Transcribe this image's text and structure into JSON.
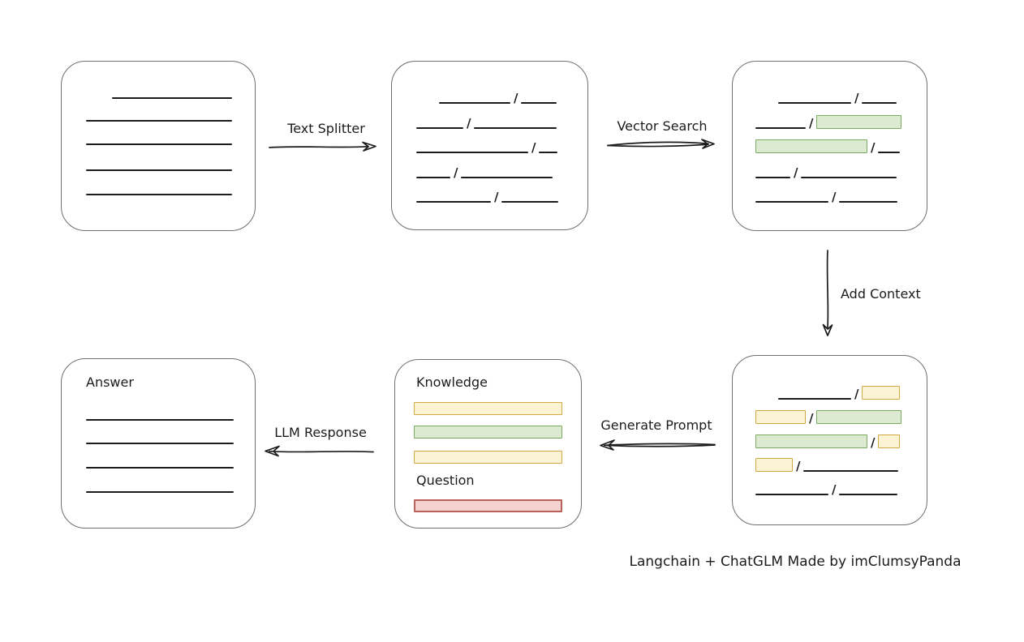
{
  "caption": "Langchain + ChatGLM Made by imClumsyPanda",
  "colors": {
    "ink": "#1b1b1b",
    "box_border": "#6f6f6f",
    "green_fill": "#dcead2",
    "green_border": "#7aab5f",
    "yellow_fill": "#fcf3d4",
    "yellow_border": "#d2a942",
    "red_fill": "#f5d2cf",
    "red_border": "#b8615b"
  },
  "arrows": {
    "text_splitter": {
      "label": "Text Splitter",
      "direction": "right"
    },
    "vector_search": {
      "label": "Vector Search",
      "direction": "right"
    },
    "add_context": {
      "label": "Add Context",
      "direction": "down"
    },
    "generate_prompt": {
      "label": "Generate Prompt",
      "direction": "left"
    },
    "llm_response": {
      "label": "LLM Response",
      "direction": "left"
    }
  },
  "nodes": {
    "document": {
      "rows": [
        [
          {
            "type": "space",
            "w": 32
          },
          {
            "type": "line",
            "w": 148
          }
        ],
        [
          {
            "type": "line",
            "w": 180
          }
        ],
        [
          {
            "type": "line",
            "w": 180
          }
        ],
        [
          {
            "type": "line",
            "w": 180
          }
        ],
        [
          {
            "type": "line",
            "w": 180
          }
        ]
      ]
    },
    "split_chunks": {
      "rows": [
        [
          {
            "type": "space",
            "w": 28
          },
          {
            "type": "line",
            "w": 88
          },
          {
            "type": "slash"
          },
          {
            "type": "line",
            "w": 44
          }
        ],
        [
          {
            "type": "line",
            "w": 58
          },
          {
            "type": "slash"
          },
          {
            "type": "line",
            "w": 102
          }
        ],
        [
          {
            "type": "line",
            "w": 138
          },
          {
            "type": "slash"
          },
          {
            "type": "line",
            "w": 23
          }
        ],
        [
          {
            "type": "line",
            "w": 42
          },
          {
            "type": "slash"
          },
          {
            "type": "line",
            "w": 113
          }
        ],
        [
          {
            "type": "line",
            "w": 92
          },
          {
            "type": "slash"
          },
          {
            "type": "line",
            "w": 70
          }
        ]
      ]
    },
    "matched_chunks": {
      "rows": [
        [
          {
            "type": "space",
            "w": 28
          },
          {
            "type": "line",
            "w": 90
          },
          {
            "type": "slash"
          },
          {
            "type": "line",
            "w": 43
          }
        ],
        [
          {
            "type": "line",
            "w": 62
          },
          {
            "type": "slash"
          },
          {
            "type": "green",
            "w": 105
          }
        ],
        [
          {
            "type": "green",
            "w": 138
          },
          {
            "type": "slash"
          },
          {
            "type": "line",
            "w": 27
          }
        ],
        [
          {
            "type": "line",
            "w": 43
          },
          {
            "type": "slash"
          },
          {
            "type": "line",
            "w": 118
          }
        ],
        [
          {
            "type": "line",
            "w": 90
          },
          {
            "type": "slash"
          },
          {
            "type": "line",
            "w": 72
          }
        ]
      ]
    },
    "context_chunks": {
      "rows": [
        [
          {
            "type": "space",
            "w": 28
          },
          {
            "type": "line",
            "w": 90
          },
          {
            "type": "slash"
          },
          {
            "type": "yellow",
            "w": 47
          }
        ],
        [
          {
            "type": "yellow",
            "w": 62
          },
          {
            "type": "slash"
          },
          {
            "type": "green",
            "w": 105
          }
        ],
        [
          {
            "type": "green",
            "w": 138
          },
          {
            "type": "slash"
          },
          {
            "type": "yellow",
            "w": 27
          }
        ],
        [
          {
            "type": "yellow",
            "w": 46
          },
          {
            "type": "slash"
          },
          {
            "type": "line",
            "w": 117
          }
        ],
        [
          {
            "type": "line",
            "w": 90
          },
          {
            "type": "slash"
          },
          {
            "type": "line",
            "w": 72
          }
        ]
      ]
    },
    "prompt": {
      "knowledge_label": "Knowledge",
      "question_label": "Question",
      "knowledge_bars": [
        "yellow",
        "green",
        "yellow"
      ],
      "question_bar": "red"
    },
    "answer": {
      "label": "Answer",
      "rows": [
        [
          {
            "type": "line",
            "w": 182
          }
        ],
        [
          {
            "type": "line",
            "w": 182
          }
        ],
        [
          {
            "type": "line",
            "w": 182
          }
        ],
        [
          {
            "type": "line",
            "w": 182
          }
        ]
      ]
    }
  }
}
